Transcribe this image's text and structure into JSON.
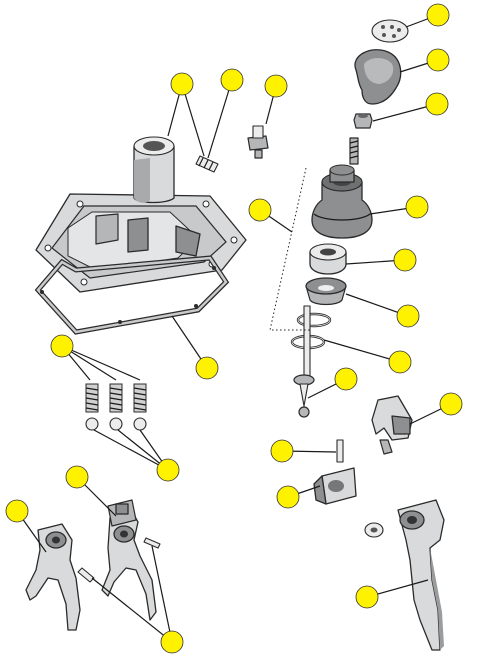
{
  "diagram": {
    "type": "exploded-parts-view",
    "callout_color": "#FFF200",
    "part_fill": "#D9DADB",
    "part_shadow": "#8D8F91",
    "callouts_count": 21,
    "parts": [
      "shift-pattern-emblem",
      "shift-knob",
      "knob-nut",
      "threaded-shift-lever-top",
      "shift-boot",
      "lever-collar",
      "lever-seat",
      "lever-springs",
      "shift-lever",
      "shifter-housing-cover",
      "housing-cover-gasket",
      "breather-fitting",
      "roll-pin-housing",
      "detent-springs",
      "detent-balls",
      "shift-rail-bracket",
      "shift-pin",
      "shift-block",
      "thrust-washer",
      "shift-arm",
      "shift-fork-left",
      "shift-fork-right",
      "fork-pins"
    ]
  }
}
